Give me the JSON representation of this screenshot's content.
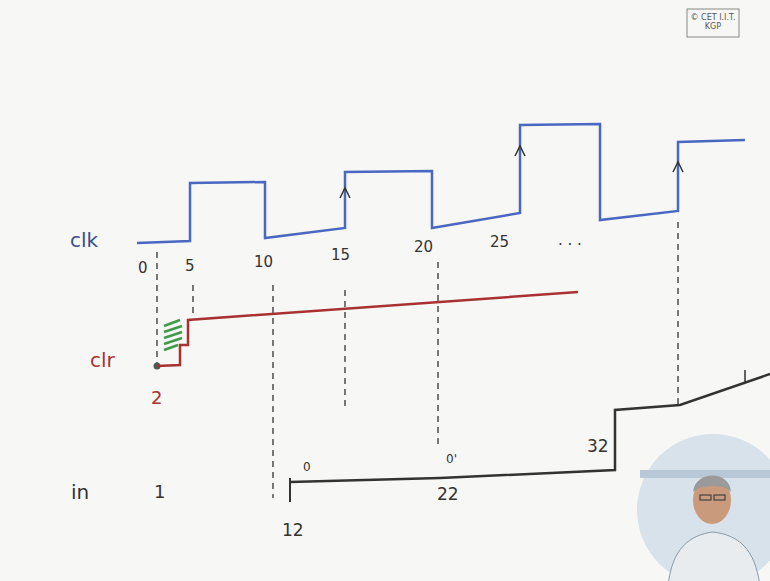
{
  "diagram": {
    "labels": [
      "© CET I.I.T. KGP",
      "clk",
      "0",
      "5",
      "10",
      "15",
      "20",
      "25",
      ". . .",
      "clr",
      "2",
      "in",
      "1",
      "0",
      "0'",
      "22",
      "32",
      "12"
    ]
  }
}
